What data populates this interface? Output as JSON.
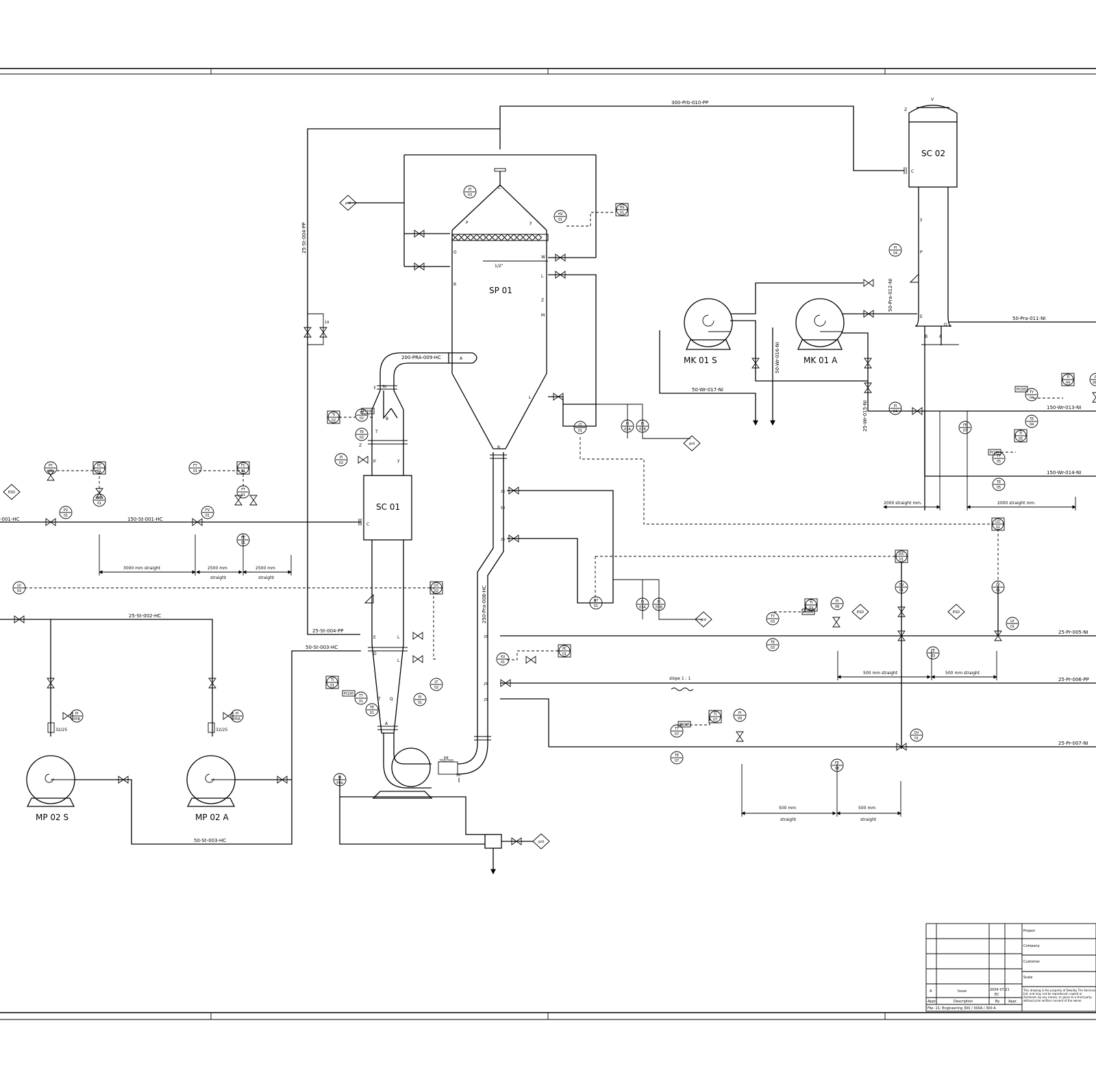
{
  "equipment": {
    "sp01": "SP 01",
    "sc01": "SC 01",
    "sc02": "SC 02",
    "mk01s": "MK 01 S",
    "mk01a": "MK 01 A",
    "mp02s": "MP 02 S",
    "mp02a": "MP 02 A"
  },
  "lines": {
    "l300": "300-Prb-010-PP",
    "l25st004v": "25-St-004-PP",
    "l200": "200-PRA-009-HC",
    "l150st001": "150-St-001-HC",
    "l001": "-001-HC",
    "l25st002": "25-St-002-HC",
    "l25st004h": "25-St-004-PP",
    "l50st003": "50-St-003-HC",
    "l50st003b": "50-St-003-HC",
    "l250": "250-Pra-008-HC",
    "l50pra011": "50-Pra-011-NI",
    "l50pra012": "50-Pra-012-NI",
    "l50wr016": "50-Wr-016-NI",
    "l50wr017": "50-Wr-017-NI",
    "l25wr015": "25-Wr-015-NI",
    "l150wr013": "150-Wr-013-NI",
    "l150wr014": "150-Wr-014-NI",
    "l25pr005": "25-Pr-005-NI",
    "l25pr006": "25-Pr-006-PP",
    "l25pr007": "25-Pr-007-NI"
  },
  "dimensions": {
    "d3000": "3000 mm straight",
    "d2500a": "2500 mm",
    "d2500a2": "straight",
    "d2500b": "2500 mm",
    "d2500b2": "straight",
    "d2000a": "2000 straight mm.",
    "d2000b": "2000 straight mm.",
    "d500a": "500 mm straight",
    "d500b": "500 mm straight",
    "d500c": "500 mm",
    "d500c2": "straight",
    "d500d": "500 mm",
    "d500d2": "straight",
    "slope": "slope 1 : 1",
    "half": "1/2\"",
    "red1": "32/25",
    "red2": "32/25",
    "re": "RE",
    "re2": "250/200"
  },
  "nozzles": {
    "c": "C",
    "p": "P",
    "y": "y",
    "g": "G",
    "r": "R",
    "w": "W",
    "l1": "L",
    "z": "Z",
    "m": "M",
    "a": "A",
    "l2": "L",
    "b": "B",
    "sc01c": "C",
    "sc01p": "p",
    "sc01y": "y",
    "sc01z": "Z",
    "sc01t": "T",
    "sc01b": "B",
    "sc01e": "E",
    "sc01d": "D",
    "sc01l1": "L",
    "sc01l2": "L",
    "sc01t2": "T",
    "sc01q": "Q",
    "sc01a": "A",
    "sc02v": "V",
    "sc02z": "Z",
    "sc02c": "C",
    "sc02y": "y",
    "sc02p": "P",
    "sc02e": "E",
    "sc02d": "D",
    "sc02b": "B",
    "sc02a": "A",
    "n50": "50",
    "n25a": "25",
    "n50b": "50",
    "n25b": "25",
    "n25c": "25",
    "n25d": "25",
    "n25e": "25",
    "n25f": "25",
    "n50c": "50",
    "i9": "19"
  },
  "instruments": [
    {
      "t": "PI",
      "n": "03"
    },
    {
      "t": "HV",
      "n": "01"
    },
    {
      "t": "HS",
      "n": "01"
    },
    {
      "t": "PI",
      "n": "04"
    },
    {
      "t": "TI",
      "n": "02"
    },
    {
      "t": "TT",
      "n": "02"
    },
    {
      "t": "TE",
      "n": "02"
    },
    {
      "t": "PI",
      "n": "02"
    },
    {
      "t": "PY",
      "n": "01"
    },
    {
      "t": "PC",
      "n": "01"
    },
    {
      "t": "PT",
      "n": "01"
    },
    {
      "t": "PV",
      "n": "01"
    },
    {
      "t": "FY",
      "n": "01"
    },
    {
      "t": "FC",
      "n": "01"
    },
    {
      "t": "FT",
      "n": "01"
    },
    {
      "t": "FV",
      "n": "01"
    },
    {
      "t": "FE",
      "n": "01"
    },
    {
      "t": "LT",
      "n": "01"
    },
    {
      "t": "FI",
      "n": "02A"
    },
    {
      "t": "FI",
      "n": "02B"
    },
    {
      "t": "LV",
      "n": "02"
    },
    {
      "t": "LIC",
      "n": "02"
    },
    {
      "t": "LT",
      "n": "02"
    },
    {
      "t": "TI",
      "n": "01"
    },
    {
      "t": "TT",
      "n": "01"
    },
    {
      "t": "TE",
      "n": "01"
    },
    {
      "t": "PI",
      "n": "01"
    },
    {
      "t": "PI",
      "n": "05B"
    },
    {
      "t": "PI",
      "n": "05A"
    },
    {
      "t": "PI",
      "n": "06a"
    },
    {
      "t": "XV",
      "n": "01"
    },
    {
      "t": "XC",
      "n": "01"
    },
    {
      "t": "DT",
      "n": "01"
    },
    {
      "t": "FI",
      "n": "03A"
    },
    {
      "t": "FI",
      "n": "03B"
    },
    {
      "t": "PI",
      "n": "04"
    },
    {
      "t": "TI",
      "n": "04"
    },
    {
      "t": "TY",
      "n": "04"
    },
    {
      "t": "TE",
      "n": "04"
    },
    {
      "t": "TI",
      "n": "05"
    },
    {
      "t": "TT",
      "n": "05"
    },
    {
      "t": "TE",
      "n": "05"
    },
    {
      "t": "FE",
      "n": "07"
    },
    {
      "t": "LIC",
      "n": "01"
    },
    {
      "t": "LV",
      "n": "01"
    },
    {
      "t": "LV",
      "n": "01"
    },
    {
      "t": "DIC",
      "n": "01"
    },
    {
      "t": "DV",
      "n": "01"
    },
    {
      "t": "DV",
      "n": "01"
    },
    {
      "t": "TI",
      "n": "03"
    },
    {
      "t": "TY",
      "n": "03"
    },
    {
      "t": "TE",
      "n": "03"
    },
    {
      "t": "PI",
      "n": "08"
    },
    {
      "t": "FE",
      "n": "03"
    },
    {
      "t": "TI",
      "n": "07"
    },
    {
      "t": "TT",
      "n": "07"
    },
    {
      "t": "TE",
      "n": "07"
    },
    {
      "t": "PI",
      "n": "09"
    },
    {
      "t": "FE",
      "n": "08"
    },
    {
      "t": "PI",
      "n": "06b"
    }
  ],
  "tags": {
    "pid": "pid",
    "esd": "ESD",
    "pt100": "Pt100"
  },
  "titleblock": {
    "project": "Project",
    "company": "Company",
    "customer": "Customer",
    "scale": "Scale",
    "rev": "A",
    "issue": "Issue",
    "date": "2004 07 21",
    "initials": "EC",
    "h_app": "Appr.",
    "h_desc": "Description",
    "h_by": "By",
    "h_appr": "Appr.",
    "fileline": "File: 21: Engineering 300 / 300A / 300 A",
    "copyright": "This drawing is the property of Dewilky The Services Ltd, and may not be reproduced, copied or disclosed, by any means, or given to a third party without prior written consent of the owner."
  }
}
